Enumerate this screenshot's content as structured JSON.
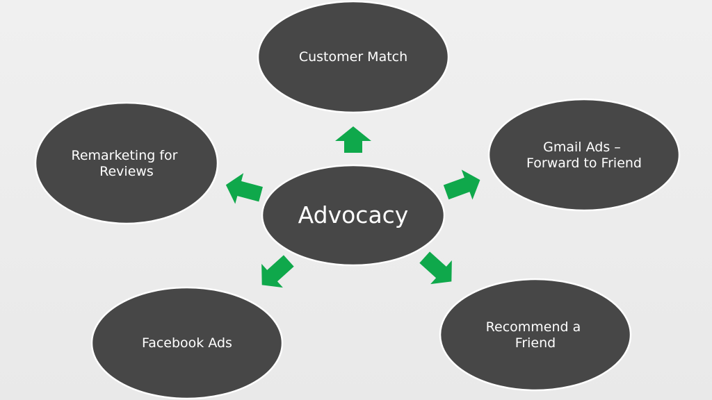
{
  "diagram": {
    "center": {
      "label": "Advocacy"
    },
    "nodes": [
      {
        "id": "customer-match",
        "lines": [
          "Customer Match"
        ]
      },
      {
        "id": "gmail-ads",
        "lines": [
          "Gmail Ads –",
          "Forward to Friend"
        ]
      },
      {
        "id": "recommend-friend",
        "lines": [
          "Recommend a",
          "Friend"
        ]
      },
      {
        "id": "facebook-ads",
        "lines": [
          "Facebook Ads"
        ]
      },
      {
        "id": "remarketing-reviews",
        "lines": [
          "Remarketing for",
          "Reviews"
        ]
      }
    ],
    "colors": {
      "background": "#ececec",
      "node_fill": "#474747",
      "node_stroke": "#ffffff",
      "arrow": "#0fa84b",
      "text": "#ffffff"
    }
  }
}
